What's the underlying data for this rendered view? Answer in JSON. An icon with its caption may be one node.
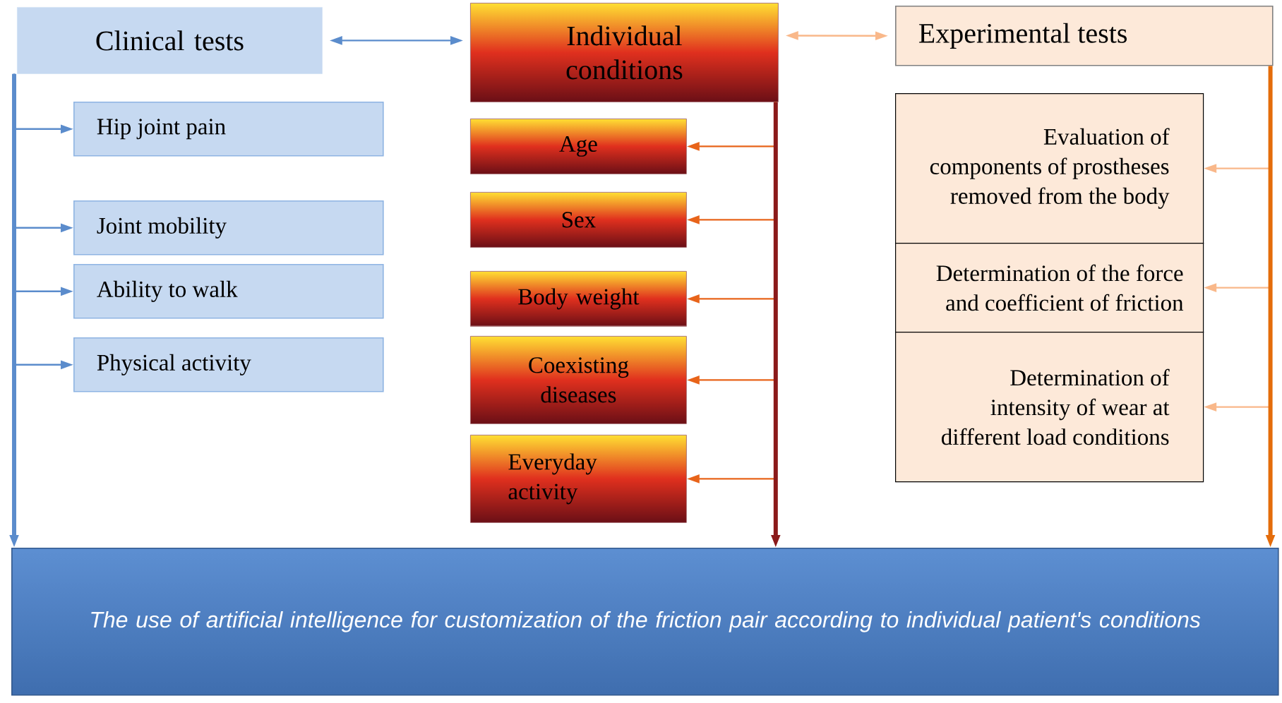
{
  "diagram": {
    "nodes": [
      {
        "text": [
          "Clinical tests"
        ]
      },
      {
        "text": [
          "Hip joint pain"
        ]
      },
      {
        "text": [
          "Joint mobility"
        ]
      },
      {
        "text": [
          "Ability to walk"
        ]
      },
      {
        "text": [
          "Physical activity"
        ]
      },
      {
        "text": [
          "Individual conditions"
        ]
      },
      {
        "text": [
          "Age"
        ]
      },
      {
        "text": [
          "Sex"
        ]
      },
      {
        "text": [
          "Body weight"
        ]
      },
      {
        "text": [
          "Coexisting diseases"
        ]
      },
      {
        "text": [
          "Everyday activity"
        ]
      },
      {
        "text": [
          "Experimental tests"
        ]
      },
      {
        "text": [
          "Evaluation of components of prostheses removed from the body"
        ]
      },
      {
        "text": [
          "Determination of the force and coefficient of friction"
        ]
      },
      {
        "text": [
          "Determination of intensity of wear at different load conditions"
        ]
      },
      {
        "text": [
          "The use of artificial intelligence for customization of the friction pair according to individual patient's conditions"
        ]
      }
    ],
    "edges": [
      {
        "from": 0,
        "to": 5,
        "arrow": "both",
        "color": "#5b8ccc"
      },
      {
        "from": 5,
        "to": 11,
        "arrow": "both",
        "color": "#f9b88a"
      },
      {
        "from": 0,
        "to": 1,
        "arrow": "to",
        "color": "#5b8ccc"
      },
      {
        "from": 0,
        "to": 2,
        "arrow": "to",
        "color": "#5b8ccc"
      },
      {
        "from": 0,
        "to": 3,
        "arrow": "to",
        "color": "#5b8ccc"
      },
      {
        "from": 0,
        "to": 4,
        "arrow": "to",
        "color": "#5b8ccc"
      },
      {
        "from": 0,
        "to": 15,
        "arrow": "to",
        "style": "thick",
        "color": "#5b8ccc"
      },
      {
        "from": 5,
        "to": 6,
        "arrow": "to",
        "color": "#e8641a"
      },
      {
        "from": 5,
        "to": 7,
        "arrow": "to",
        "color": "#e8641a"
      },
      {
        "from": 5,
        "to": 8,
        "arrow": "to",
        "color": "#e8641a"
      },
      {
        "from": 5,
        "to": 9,
        "arrow": "to",
        "color": "#e8641a"
      },
      {
        "from": 5,
        "to": 10,
        "arrow": "to",
        "color": "#e8641a"
      },
      {
        "from": 5,
        "to": 15,
        "arrow": "to",
        "style": "thick",
        "color": "#8b1a1a"
      },
      {
        "from": 11,
        "to": 12,
        "arrow": "to",
        "color": "#f9b88a"
      },
      {
        "from": 11,
        "to": 13,
        "arrow": "to",
        "color": "#f9b88a"
      },
      {
        "from": 11,
        "to": 14,
        "arrow": "to",
        "color": "#f9b88a"
      },
      {
        "from": 11,
        "to": 15,
        "arrow": "to",
        "style": "thick",
        "color": "#e46c0a"
      }
    ]
  }
}
